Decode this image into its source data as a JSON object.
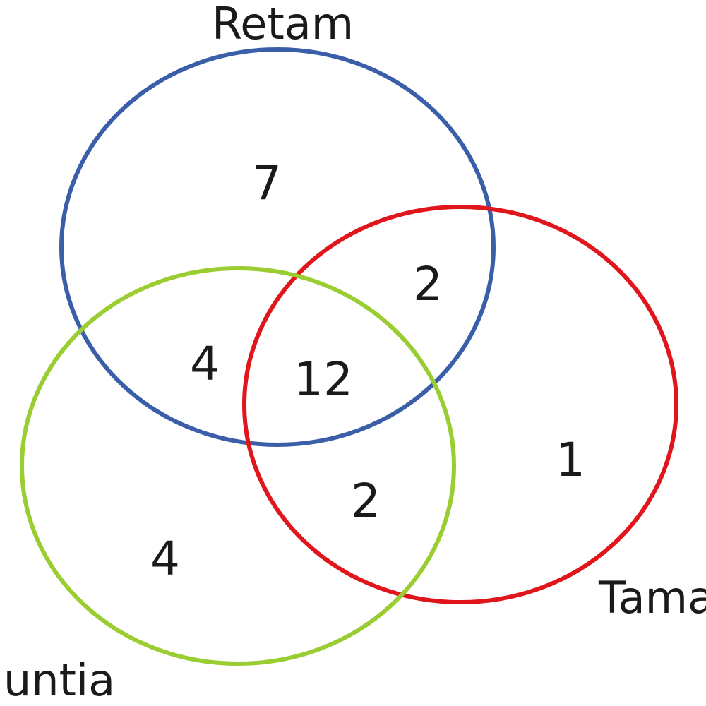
{
  "sets": {
    "top": {
      "label": "Retam",
      "color": "#3a5ea8"
    },
    "left": {
      "label": "untia",
      "color": "#9acd32"
    },
    "right": {
      "label": "Tama",
      "color": "#e0161c"
    }
  },
  "regions": {
    "top_only": "7",
    "top_right": "2",
    "top_left": "4",
    "all_three": "12",
    "left_right": "2",
    "right_only": "1",
    "left_only": "4"
  }
}
